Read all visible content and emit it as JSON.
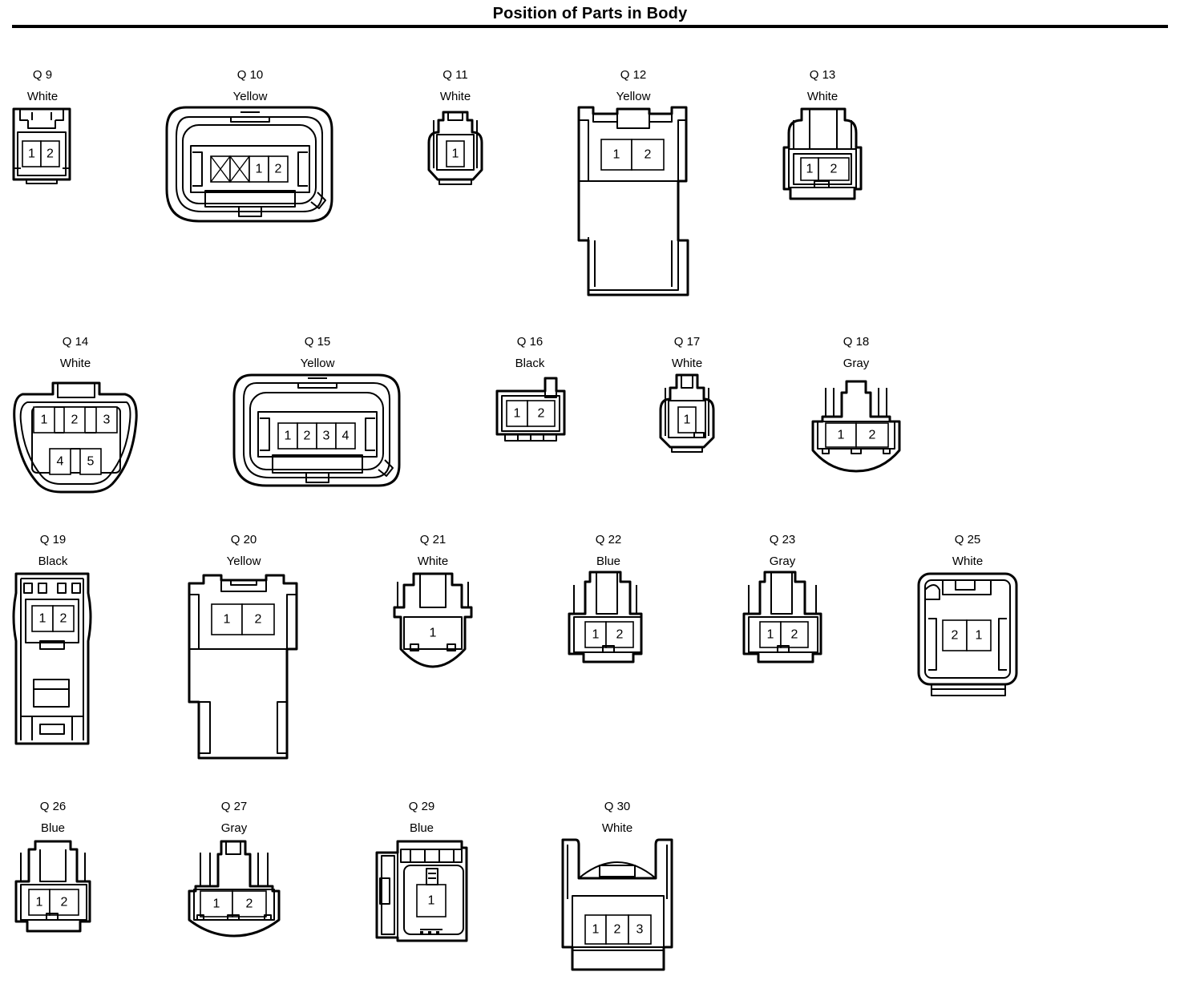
{
  "page_title": "Position of Parts in Body",
  "connectors": [
    {
      "id": "Q 9",
      "color": "White",
      "pins": [
        "1",
        "2"
      ]
    },
    {
      "id": "Q 10",
      "color": "Yellow",
      "pins": [
        "X",
        "X",
        "1",
        "2"
      ]
    },
    {
      "id": "Q 11",
      "color": "White",
      "pins": [
        "1"
      ]
    },
    {
      "id": "Q 12",
      "color": "Yellow",
      "pins": [
        "1",
        "2"
      ]
    },
    {
      "id": "Q 13",
      "color": "White",
      "pins": [
        "1",
        "2"
      ]
    },
    {
      "id": "Q 14",
      "color": "White",
      "pins": [
        "1",
        "2",
        "3",
        "4",
        "5"
      ]
    },
    {
      "id": "Q 15",
      "color": "Yellow",
      "pins": [
        "1",
        "2",
        "3",
        "4"
      ]
    },
    {
      "id": "Q 16",
      "color": "Black",
      "pins": [
        "1",
        "2"
      ]
    },
    {
      "id": "Q 17",
      "color": "White",
      "pins": [
        "1"
      ]
    },
    {
      "id": "Q 18",
      "color": "Gray",
      "pins": [
        "1",
        "2"
      ]
    },
    {
      "id": "Q 19",
      "color": "Black",
      "pins": [
        "1",
        "2"
      ]
    },
    {
      "id": "Q 20",
      "color": "Yellow",
      "pins": [
        "1",
        "2"
      ]
    },
    {
      "id": "Q 21",
      "color": "White",
      "pins": [
        "1"
      ]
    },
    {
      "id": "Q 22",
      "color": "Blue",
      "pins": [
        "1",
        "2"
      ]
    },
    {
      "id": "Q 23",
      "color": "Gray",
      "pins": [
        "1",
        "2"
      ]
    },
    {
      "id": "Q 25",
      "color": "White",
      "pins": [
        "2",
        "1"
      ]
    },
    {
      "id": "Q 26",
      "color": "Blue",
      "pins": [
        "1",
        "2"
      ]
    },
    {
      "id": "Q 27",
      "color": "Gray",
      "pins": [
        "1",
        "2"
      ]
    },
    {
      "id": "Q 29",
      "color": "Blue",
      "pins": [
        "1"
      ]
    },
    {
      "id": "Q 30",
      "color": "White",
      "pins": [
        "1",
        "2",
        "3"
      ]
    }
  ]
}
